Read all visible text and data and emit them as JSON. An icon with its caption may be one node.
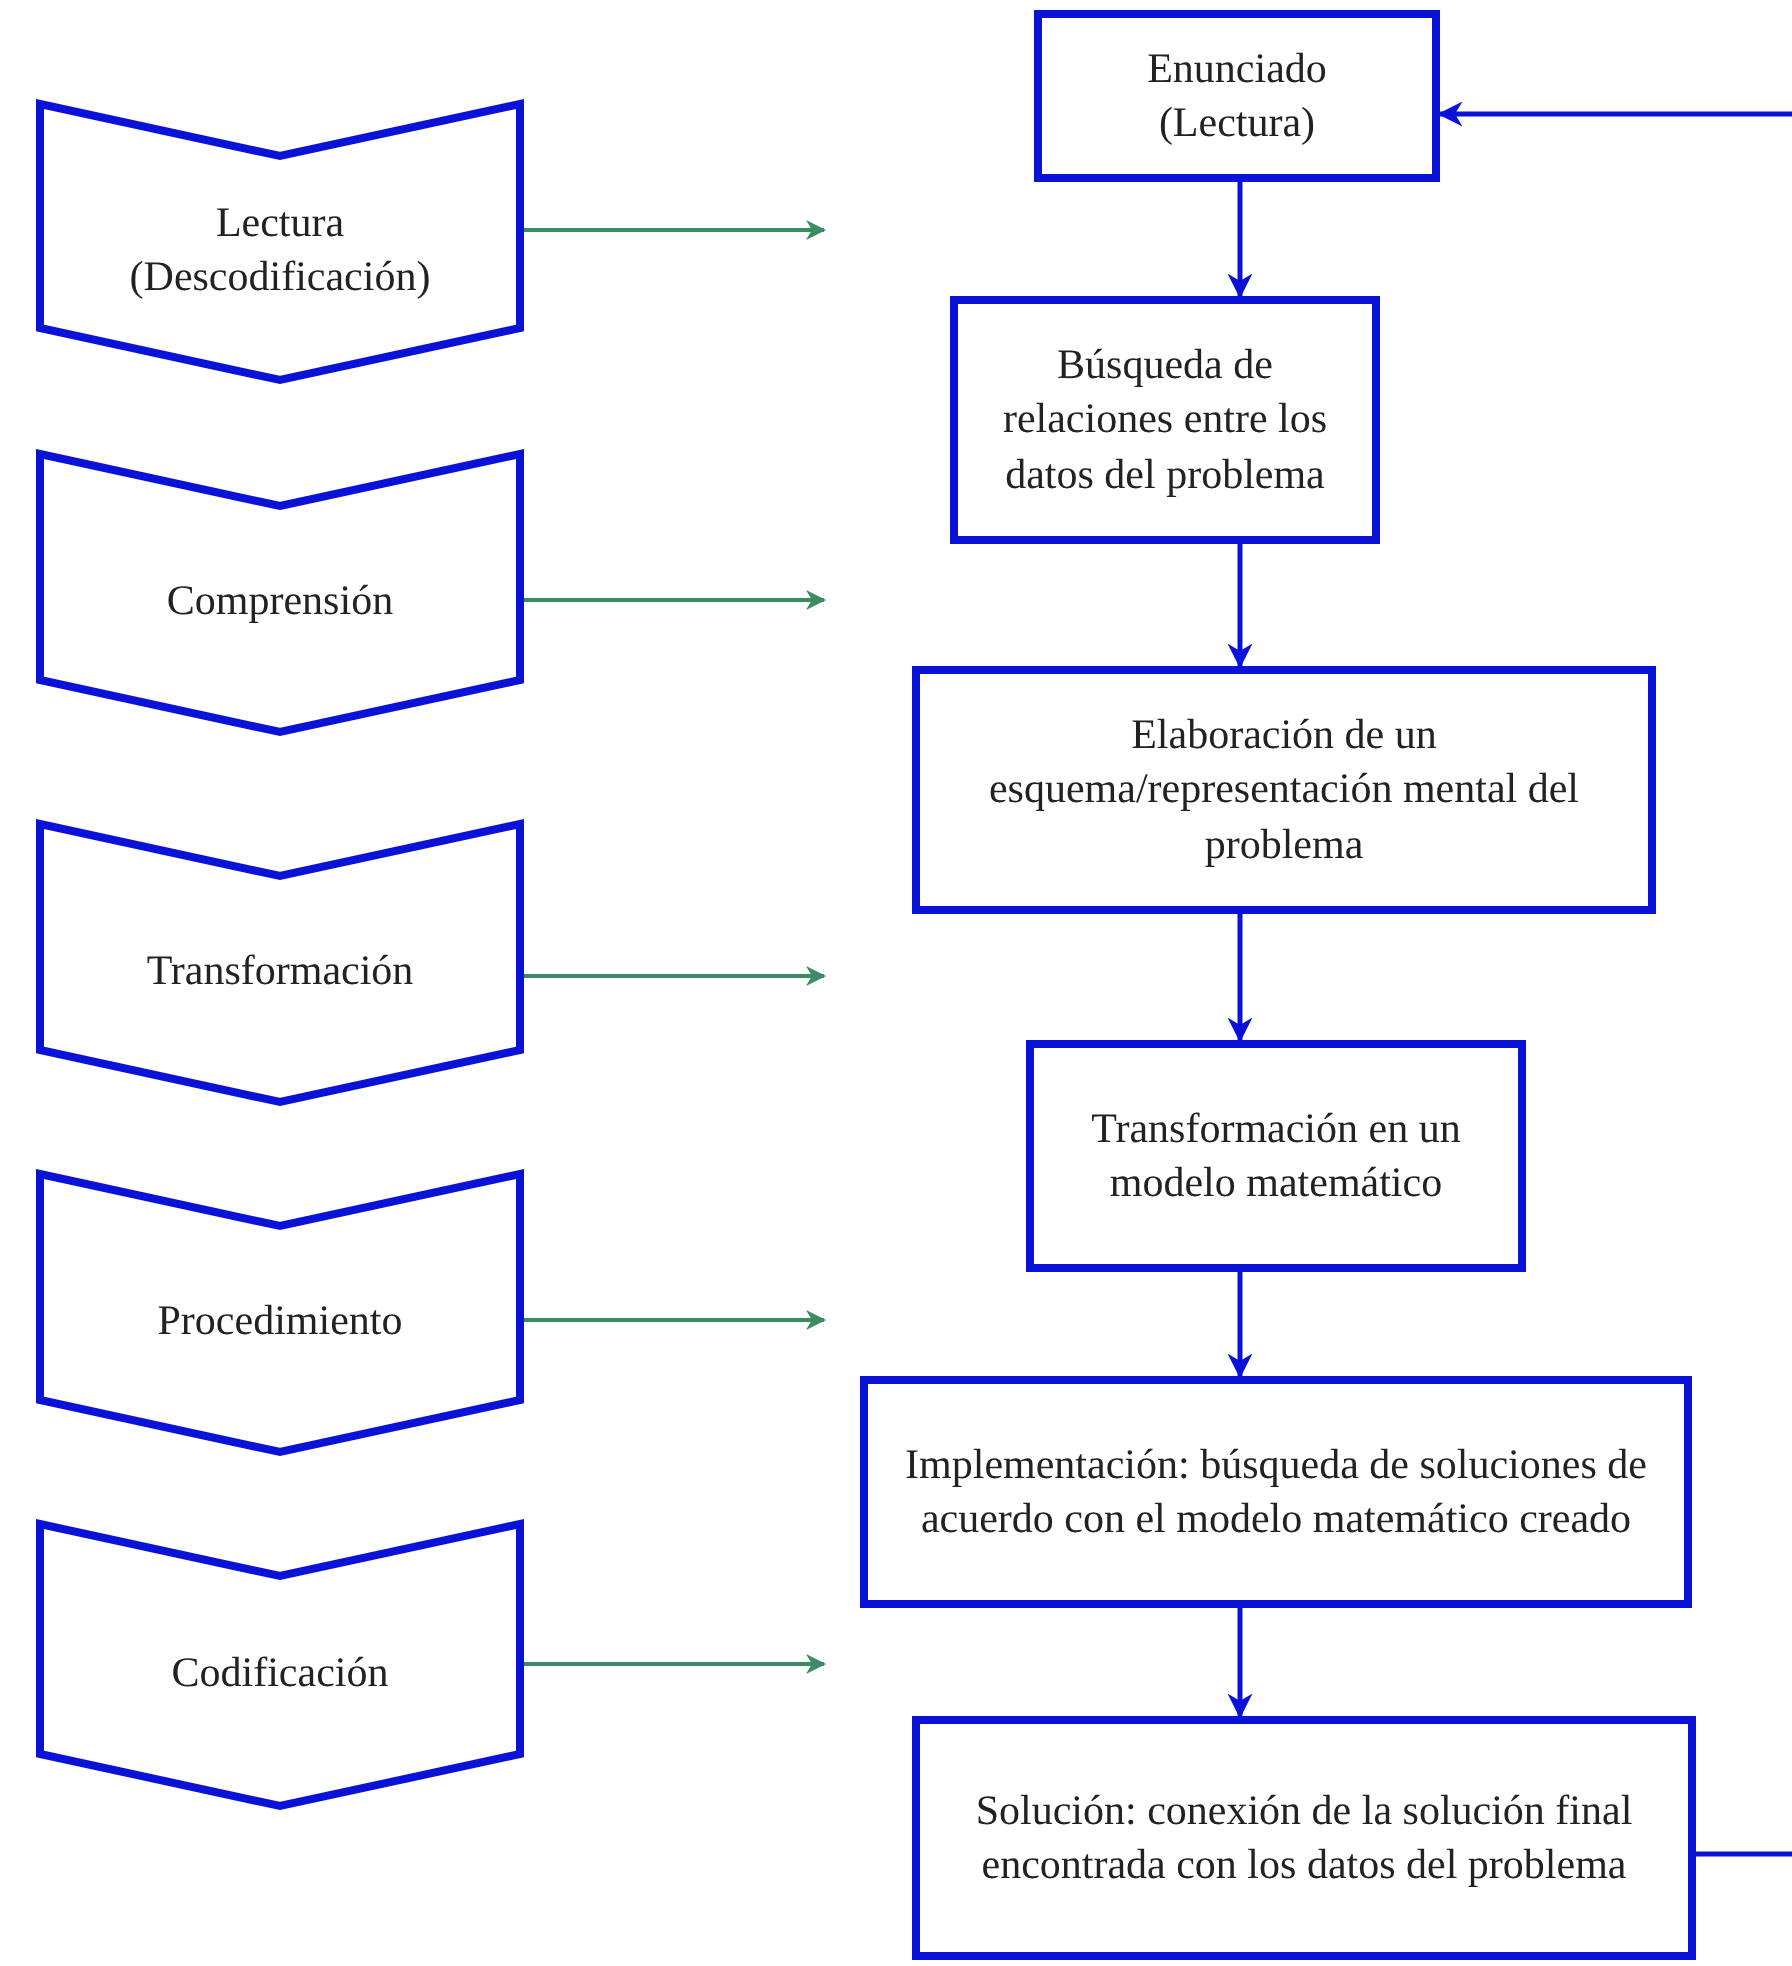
{
  "diagram": {
    "nodes": [
      {
        "text": [
          "Lectura (Descodificación)"
        ]
      },
      {
        "text": [
          "Comprensión"
        ]
      },
      {
        "text": [
          "Transformación"
        ]
      },
      {
        "text": [
          "Procedimiento"
        ]
      },
      {
        "text": [
          "Codificación"
        ]
      },
      {
        "text": [
          "Enunciado (Lectura)"
        ]
      },
      {
        "text": [
          "Búsqueda de relaciones entre los datos del problema"
        ]
      },
      {
        "text": [
          "Elaboración de un esquema/representación mental del problema"
        ]
      },
      {
        "text": [
          "Transformación en un modelo matemático"
        ]
      },
      {
        "text": [
          "Implementación: búsqueda de soluciones de acuerdo con el modelo matemático creado"
        ]
      },
      {
        "text": [
          "Solución: conexión de la solución final encontrada con los datos del problema"
        ]
      }
    ],
    "edges": [
      {
        "from": 0,
        "to": null,
        "arrow": "to",
        "color": "#3a8c62"
      },
      {
        "from": 1,
        "to": null,
        "arrow": "to",
        "color": "#3a8c62"
      },
      {
        "from": 2,
        "to": null,
        "arrow": "to",
        "color": "#3a8c62"
      },
      {
        "from": 3,
        "to": null,
        "arrow": "to",
        "color": "#3a8c62"
      },
      {
        "from": 4,
        "to": null,
        "arrow": "to",
        "color": "#3a8c62"
      },
      {
        "from": 5,
        "to": 6,
        "arrow": "to"
      },
      {
        "from": 6,
        "to": 7,
        "arrow": "to"
      },
      {
        "from": 7,
        "to": 8,
        "arrow": "to"
      },
      {
        "from": 8,
        "to": 9,
        "arrow": "to"
      },
      {
        "from": 9,
        "to": 10,
        "arrow": "to"
      },
      {
        "from": 10,
        "to": null,
        "arrow": "none"
      },
      {
        "from": null,
        "to": 5,
        "arrow": "to"
      }
    ]
  }
}
